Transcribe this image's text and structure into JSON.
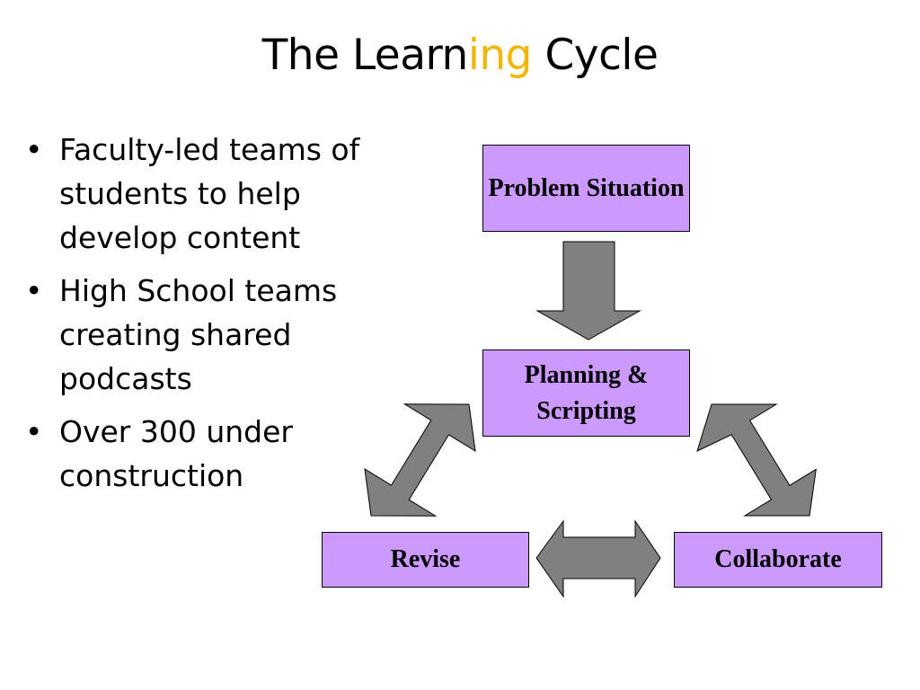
{
  "title": {
    "before": "The Learn",
    "highlight": "ing",
    "after": " Cycle"
  },
  "bullets": [
    "Faculty-led teams of students to help develop content",
    "High School teams creating shared podcasts",
    "Over 300 under construction"
  ],
  "diagram": {
    "boxes": {
      "problem": "Problem Situation",
      "planning": "Planning & Scripting",
      "revise": "Revise",
      "collaborate": "Collaborate"
    },
    "colors": {
      "box_fill": "#cc99ff",
      "arrow_fill": "#808080",
      "title_highlight": "#f2b600"
    }
  }
}
